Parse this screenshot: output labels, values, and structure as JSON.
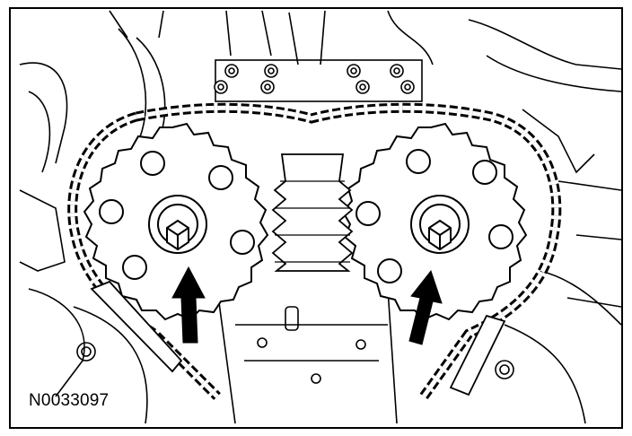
{
  "figure": {
    "id_label": "N0033097"
  },
  "colors": {
    "ink": "#000000",
    "paper": "#ffffff"
  },
  "callouts": [
    {
      "name": "left-camshaft-bolt-arrow",
      "points_to": "left-camshaft-sprocket-bolt"
    },
    {
      "name": "right-camshaft-bolt-arrow",
      "points_to": "right-camshaft-sprocket-bolt"
    }
  ]
}
